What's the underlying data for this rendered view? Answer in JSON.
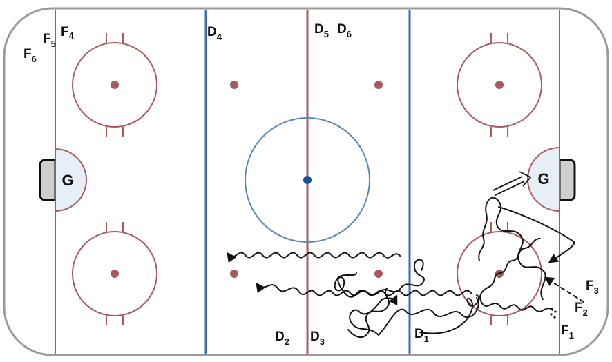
{
  "diagram": {
    "goalie_label": "G",
    "players": [
      {
        "id": "F4",
        "letter": "F",
        "sub": "4"
      },
      {
        "id": "F5",
        "letter": "F",
        "sub": "5"
      },
      {
        "id": "F6",
        "letter": "F",
        "sub": "6"
      },
      {
        "id": "D4",
        "letter": "D",
        "sub": "4"
      },
      {
        "id": "D5",
        "letter": "D",
        "sub": "5"
      },
      {
        "id": "D6",
        "letter": "D",
        "sub": "6"
      },
      {
        "id": "D2",
        "letter": "D",
        "sub": "2"
      },
      {
        "id": "D3",
        "letter": "D",
        "sub": "3"
      },
      {
        "id": "D1",
        "letter": "D",
        "sub": "1"
      },
      {
        "id": "F1",
        "letter": "F",
        "sub": "1"
      },
      {
        "id": "F2",
        "letter": "F",
        "sub": "2"
      },
      {
        "id": "F3",
        "letter": "F",
        "sub": "3"
      }
    ],
    "colors": {
      "boards": "#8a8a8a",
      "red_line": "#a85a5e",
      "blue_line": "#3a6fa8",
      "center_circle": "#5b86b8",
      "center_dot": "#1c4fa0",
      "faceoff": "#a85a5e",
      "crease_fill": "#e6eef6",
      "net_fill": "#cfcfcf",
      "ink": "#111111"
    }
  }
}
